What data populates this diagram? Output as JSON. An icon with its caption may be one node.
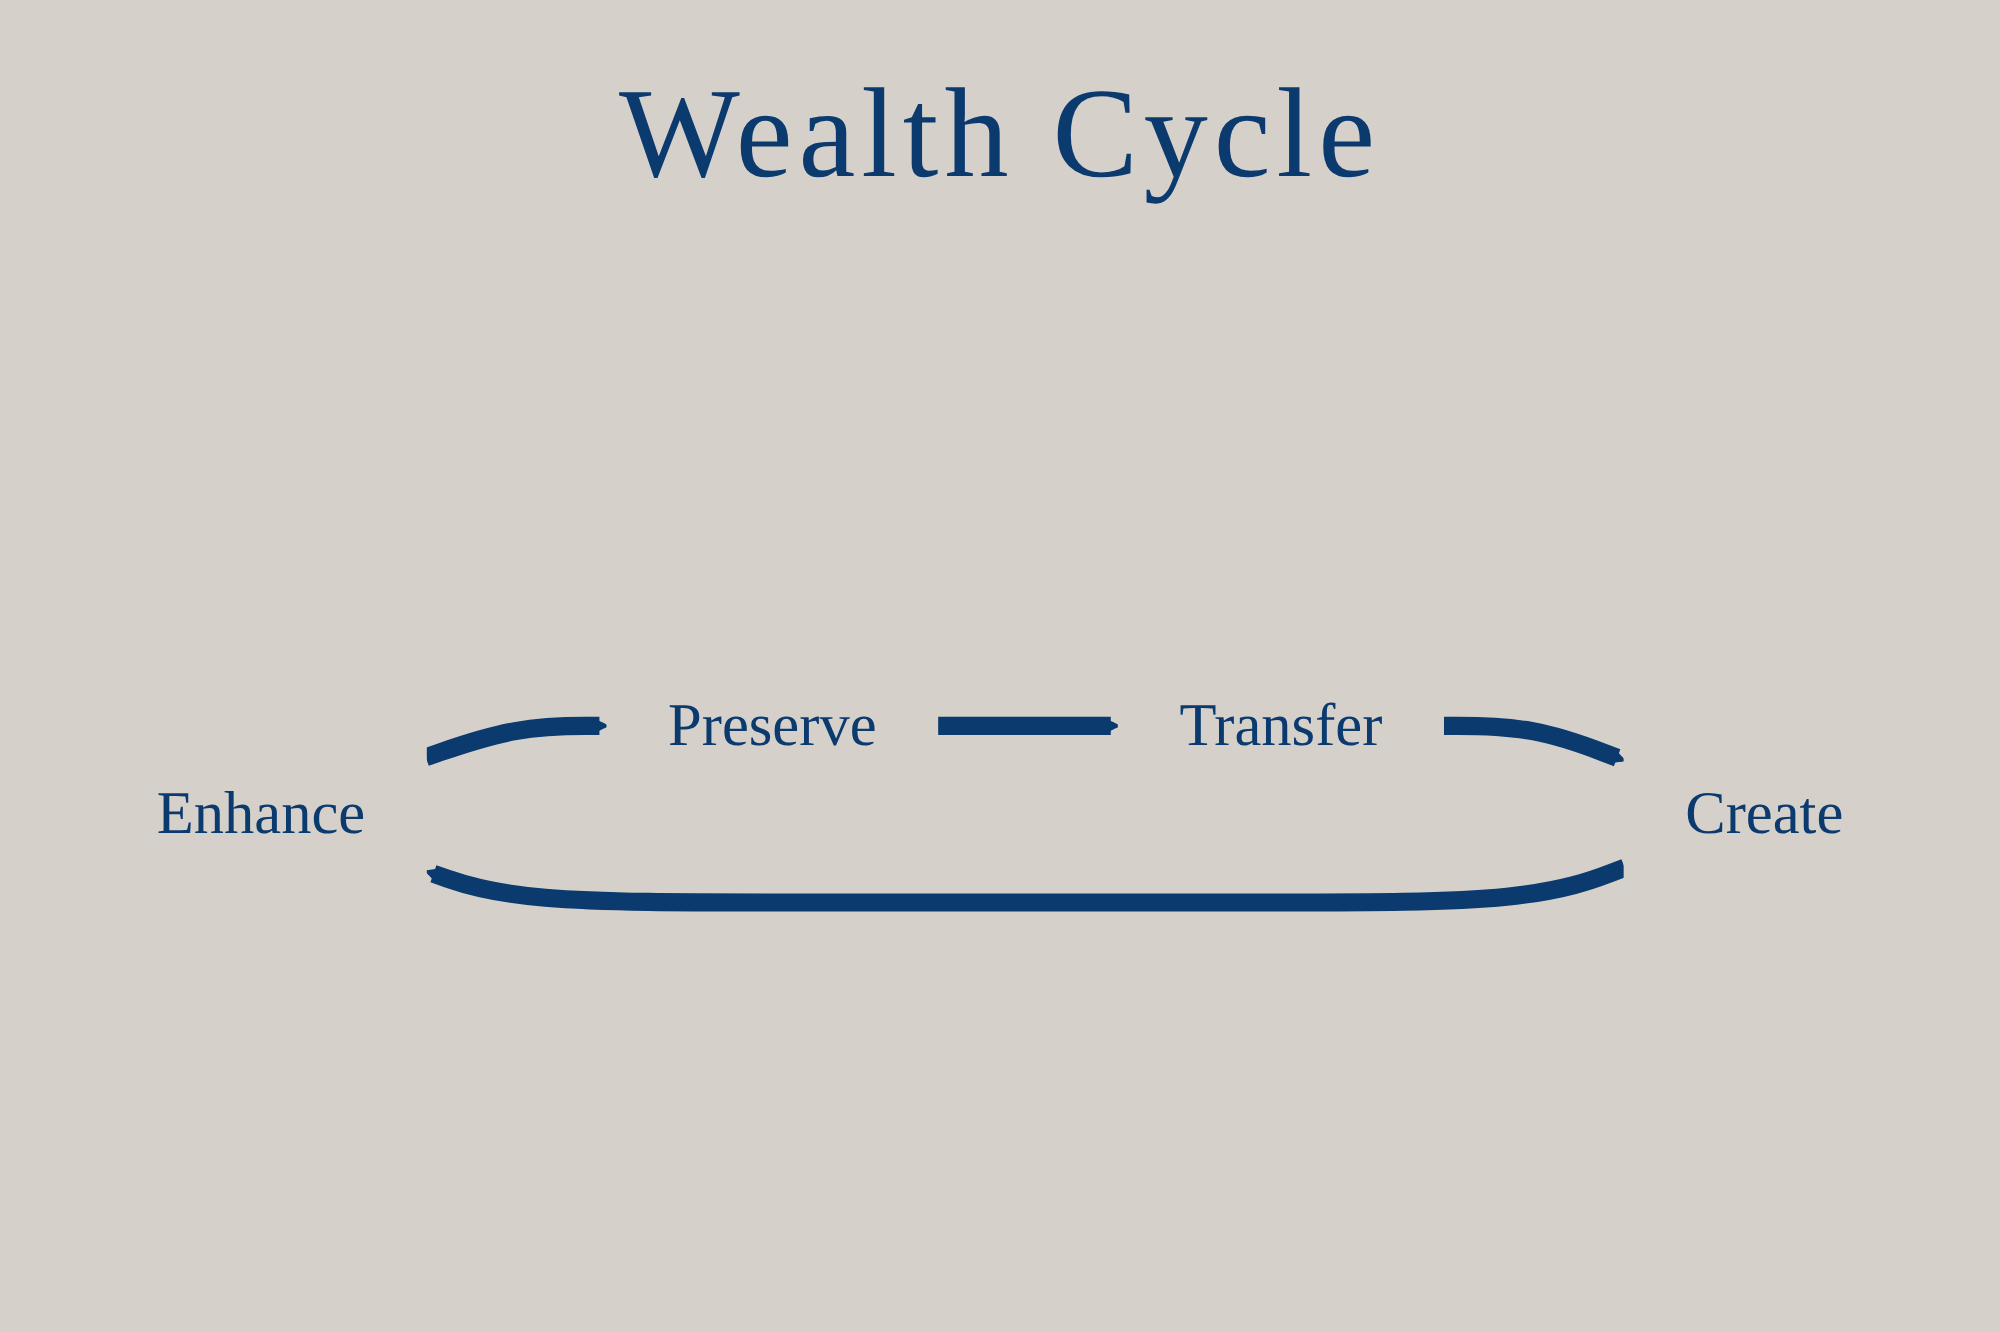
{
  "diagram": {
    "title": "Wealth Cycle",
    "nodes": [
      {
        "text": [
          "Enhance"
        ]
      },
      {
        "text": [
          "Preserve"
        ]
      },
      {
        "text": [
          "Transfer"
        ]
      },
      {
        "text": [
          "Create"
        ]
      }
    ],
    "edges": [
      {
        "from": 0,
        "to": 1,
        "arrow": "to"
      },
      {
        "from": 1,
        "to": 2,
        "arrow": "to"
      },
      {
        "from": 2,
        "to": 3,
        "arrow": "to"
      },
      {
        "from": 3,
        "to": 0,
        "arrow": "to"
      }
    ]
  }
}
